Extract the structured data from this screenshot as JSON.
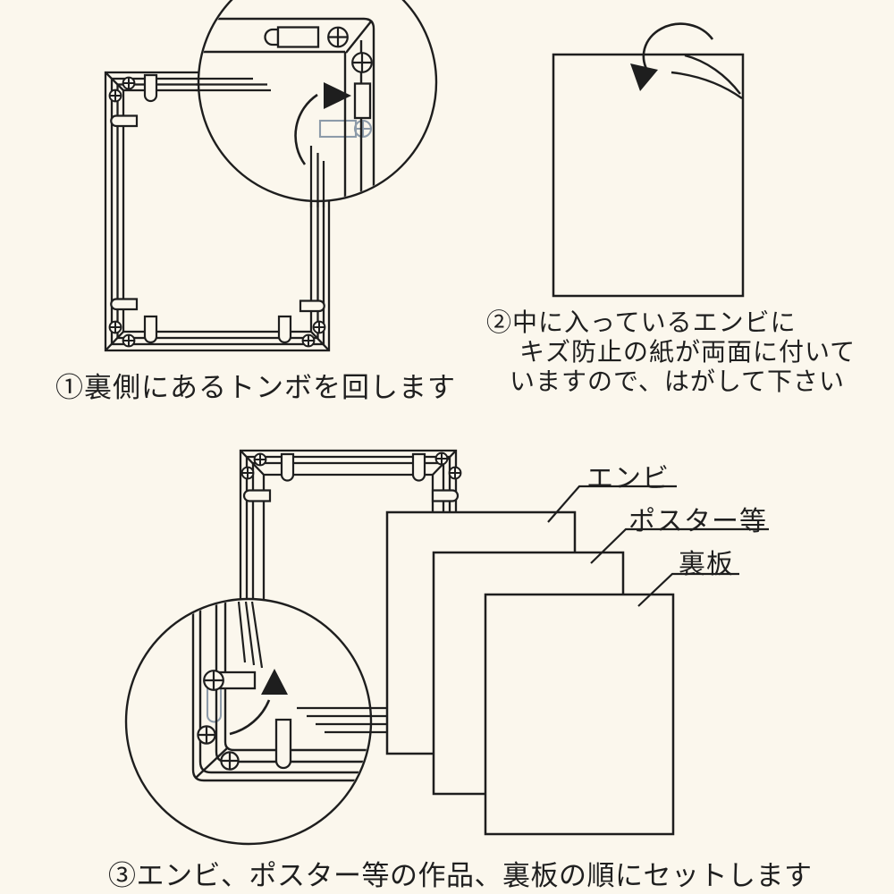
{
  "page": {
    "background_color": "#fbf7ed",
    "ink_color": "#1e1e1e",
    "ghost_outline_color": "#8d9ba9"
  },
  "steps": {
    "step1": {
      "caption": "①裏側にあるトンボを回します"
    },
    "step2": {
      "line1": "②中に入っているエンビに",
      "line2": "キズ防止の紙が両面に付いて",
      "line3": "いますので、はがして下さい"
    },
    "step3": {
      "caption": "③エンビ、ポスター等の作品、裏板の順にセットします"
    }
  },
  "labels": {
    "envi": "エンビ",
    "poster": "ポスター等",
    "backboard": "裏板"
  },
  "icons": {
    "rotation_arrow": "curved-rotation-arrow",
    "peel_arrow": "curved-peel-arrow",
    "screw": "phillips-screw-head",
    "tonbo_clip": "turn-button-clip",
    "magnifier": "zoom-detail-circle"
  }
}
